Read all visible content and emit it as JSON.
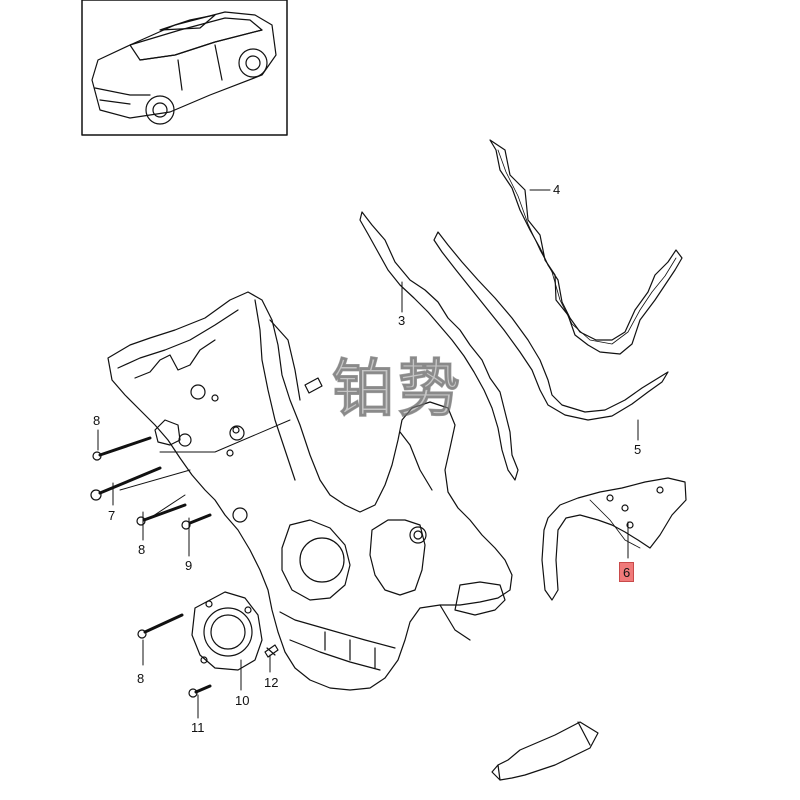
{
  "watermark": "铂势",
  "callouts": [
    {
      "id": "4",
      "text": "4",
      "highlight": false
    },
    {
      "id": "3",
      "text": "3",
      "highlight": false
    },
    {
      "id": "5",
      "text": "5",
      "highlight": false
    },
    {
      "id": "6",
      "text": "6",
      "highlight": true
    },
    {
      "id": "8a",
      "text": "8",
      "highlight": false
    },
    {
      "id": "7",
      "text": "7",
      "highlight": false
    },
    {
      "id": "8b",
      "text": "8",
      "highlight": false
    },
    {
      "id": "9",
      "text": "9",
      "highlight": false
    },
    {
      "id": "8c",
      "text": "8",
      "highlight": false
    },
    {
      "id": "10",
      "text": "10",
      "highlight": false
    },
    {
      "id": "12",
      "text": "12",
      "highlight": false
    },
    {
      "id": "11",
      "text": "11",
      "highlight": false
    }
  ],
  "colors": {
    "highlight": "#f07a7a",
    "line": "#111111"
  }
}
